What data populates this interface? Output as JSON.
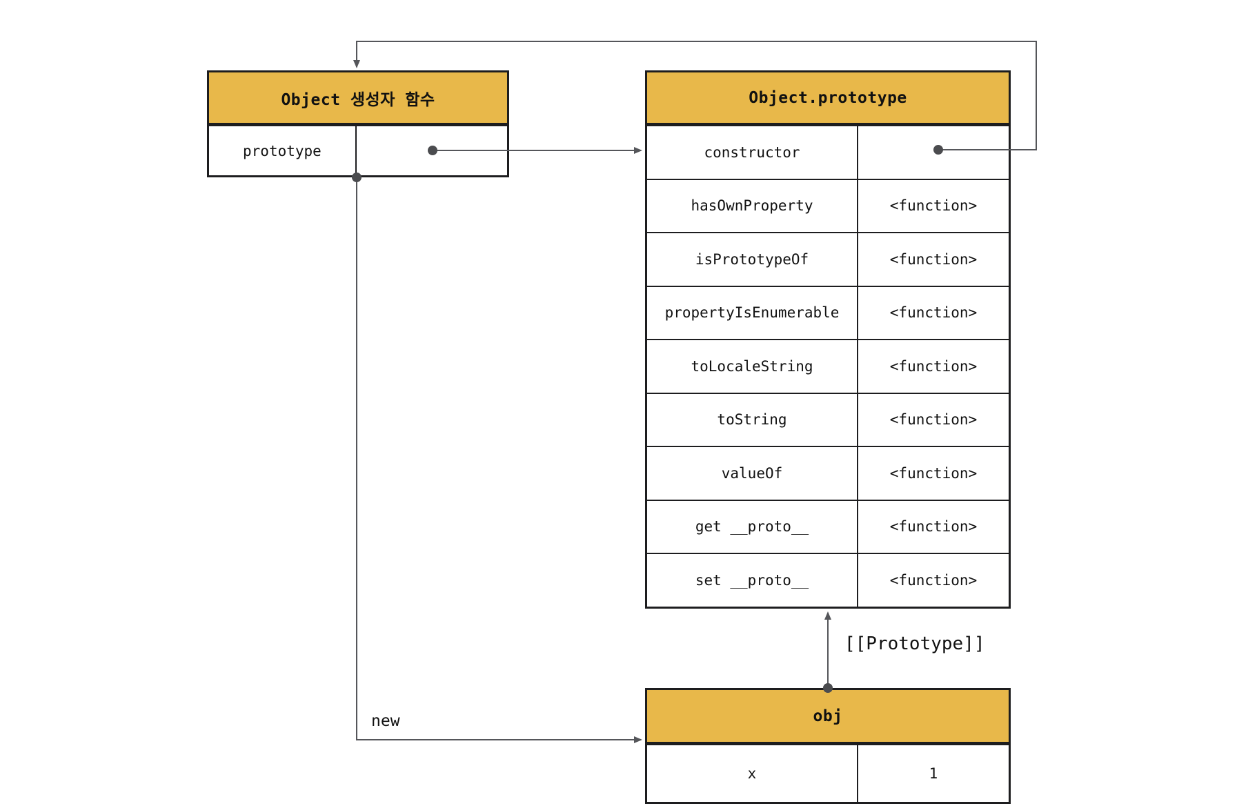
{
  "diagram": {
    "constructor_box": {
      "title": "Object 생성자 함수",
      "rows": [
        {
          "name": "prototype",
          "value": ""
        }
      ]
    },
    "prototype_box": {
      "title": "Object.prototype",
      "rows": [
        {
          "name": "constructor",
          "value": ""
        },
        {
          "name": "hasOwnProperty",
          "value": "<function>"
        },
        {
          "name": "isPrototypeOf",
          "value": "<function>"
        },
        {
          "name": "propertyIsEnumerable",
          "value": "<function>"
        },
        {
          "name": "toLocaleString",
          "value": "<function>"
        },
        {
          "name": "toString",
          "value": "<function>"
        },
        {
          "name": "valueOf",
          "value": "<function>"
        },
        {
          "name": "get __proto__",
          "value": "<function>"
        },
        {
          "name": "set __proto__",
          "value": "<function>"
        }
      ]
    },
    "obj_box": {
      "title": "obj",
      "rows": [
        {
          "name": "x",
          "value": "1"
        }
      ]
    },
    "labels": {
      "new_label": "new",
      "prototype_link_label": "[[Prototype]]"
    },
    "colors": {
      "header_fill": "#e8b84a",
      "box_border": "#1d1d1f",
      "connector": "#55565a",
      "background": "#ffffff",
      "text": "#111111"
    }
  }
}
